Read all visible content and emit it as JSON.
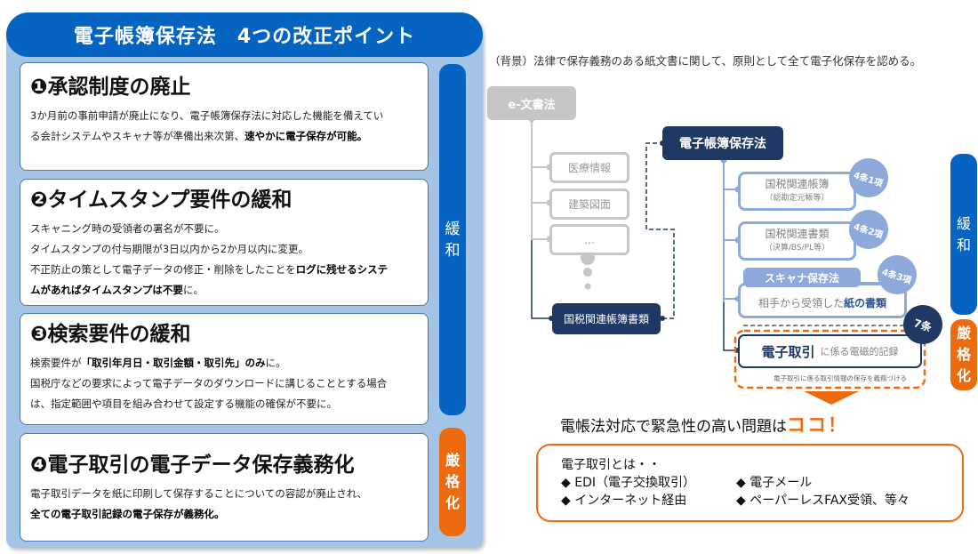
{
  "title": "電子帳簿保存法　4つの改正ポイント",
  "points": [
    {
      "heading": "❶承認制度の廃止",
      "lines": [
        {
          "normal": "3か月前の事前申請が廃止になり、電子帳簿保存法に対応した機能を備えてい",
          "bold": ""
        },
        {
          "normal": "る会計システムやスキャナ等が準備出来次第、",
          "bold": "速やかに電子保存が可能。"
        }
      ]
    },
    {
      "heading": "❷タイムスタンプ要件の緩和",
      "lines": [
        {
          "normal": "スキャニング時の受領者の署名が不要に。",
          "bold": ""
        },
        {
          "normal": "タイムスタンプの付与期限が3日以内から2か月以内に変更。",
          "bold": ""
        },
        {
          "normal": "不正防止の策として電子データの修正・削除をしたことを",
          "bold": "ログに残せるシステ"
        },
        {
          "normal": "",
          "bold": "ムがあればタイムスタンプは不要",
          "tail": "に。"
        }
      ]
    },
    {
      "heading": "❸検索要件の緩和",
      "lines": [
        {
          "normal": "検索要件が",
          "bold": "「取引年月日・取引金額・取引先」のみ",
          "tail": "に。"
        },
        {
          "normal": "国税庁などの要求によって電子データのダウンロードに講じることとする場合",
          "bold": ""
        },
        {
          "normal": "は、指定範囲や項目を組み合わせて設定する機能の確保が不要に。",
          "bold": ""
        }
      ]
    },
    {
      "heading": "❹電子取引の電子データ保存義務化",
      "lines": [
        {
          "normal": "電子取引データを紙に印刷して保存することについての容認が廃止され、",
          "bold": ""
        },
        {
          "normal": "",
          "bold": "全ての電子取引記録の電子保存が義務化。"
        }
      ]
    }
  ],
  "badges": {
    "relax": [
      "緩",
      "和"
    ],
    "strict": [
      "厳",
      "格",
      "化"
    ]
  },
  "diagram": {
    "background_note": "（背景）法律で保存義務のある紙文書に関して、原則として全て電子化保存を認める。",
    "e_doc_law": "e-文書法",
    "e_doc_items": [
      "医療情報",
      "建築図面",
      "…"
    ],
    "tax_docs": "国税関連帳簿書類",
    "ebook_law": "電子帳簿保存法",
    "ebook_items": [
      {
        "title": "国税関連帳簿",
        "sub": "（総勘定元帳等）",
        "article": "4条1項"
      },
      {
        "title": "国税関連書類",
        "sub": "（決算/BS/PL等）",
        "article": "4条2項"
      }
    ],
    "scanner": {
      "title": "スキャナ保存法",
      "desc_normal": "相手から受領した",
      "desc_bold": "紙の書類",
      "article": "4条3項"
    },
    "etrade": {
      "bold": "電子取引",
      "normal": "に係る電磁的記録",
      "note": "電子取引に係る取引情報の保存を義務づける",
      "article": "7条"
    }
  },
  "headline": {
    "normal": "電帳法対応で緊急性の高い問題は",
    "emph": "ココ！"
  },
  "definition": {
    "intro": "電子取引とは・・",
    "items": [
      "◆ EDI（電子交換取引）",
      "◆ 電子メール",
      "◆ インターネット経由",
      "◆ ペーパーレスFAX受領、等々"
    ]
  },
  "colors": {
    "blue": "#0563c1",
    "navy": "#1f3864",
    "orange": "#ed6a0e",
    "light_blue": "#8eaadb",
    "panel_bg": "#a4c4e6"
  }
}
